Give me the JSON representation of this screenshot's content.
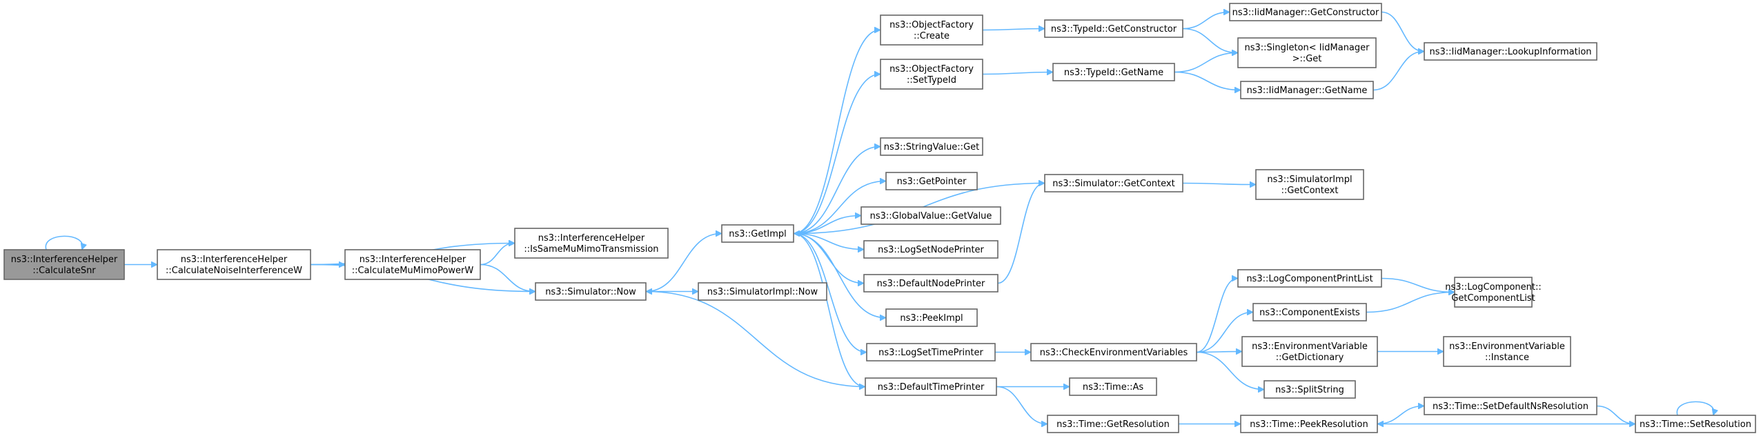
{
  "diagram": {
    "nodes": [
      {
        "id": "n0",
        "lines": [
          "ns3::InterferenceHelper",
          "::CalculateSnr"
        ],
        "root": true
      },
      {
        "id": "n1",
        "lines": [
          "ns3::InterferenceHelper",
          "::CalculateNoiseInterferenceW"
        ]
      },
      {
        "id": "n2",
        "lines": [
          "ns3::InterferenceHelper",
          "::CalculateMuMimoPowerW"
        ]
      },
      {
        "id": "n3",
        "lines": [
          "ns3::InterferenceHelper",
          "::IsSameMuMimoTransmission"
        ]
      },
      {
        "id": "n4",
        "lines": [
          "ns3::Simulator::Now"
        ]
      },
      {
        "id": "n5",
        "lines": [
          "ns3::GetImpl"
        ]
      },
      {
        "id": "n6",
        "lines": [
          "ns3::SimulatorImpl::Now"
        ]
      },
      {
        "id": "n7",
        "lines": [
          "ns3::ObjectFactory",
          "::Create"
        ]
      },
      {
        "id": "n8",
        "lines": [
          "ns3::ObjectFactory",
          "::SetTypeId"
        ]
      },
      {
        "id": "n9",
        "lines": [
          "ns3::StringValue::Get"
        ]
      },
      {
        "id": "n10",
        "lines": [
          "ns3::GetPointer"
        ]
      },
      {
        "id": "n11",
        "lines": [
          "ns3::GlobalValue::GetValue"
        ]
      },
      {
        "id": "n12",
        "lines": [
          "ns3::LogSetNodePrinter"
        ]
      },
      {
        "id": "n13",
        "lines": [
          "ns3::DefaultNodePrinter"
        ]
      },
      {
        "id": "n14",
        "lines": [
          "ns3::PeekImpl"
        ]
      },
      {
        "id": "n15",
        "lines": [
          "ns3::LogSetTimePrinter"
        ]
      },
      {
        "id": "n16",
        "lines": [
          "ns3::DefaultTimePrinter"
        ]
      },
      {
        "id": "n17",
        "lines": [
          "ns3::TypeId::GetConstructor"
        ]
      },
      {
        "id": "n18",
        "lines": [
          "ns3::TypeId::GetName"
        ]
      },
      {
        "id": "n19",
        "lines": [
          "ns3::Simulator::GetContext"
        ]
      },
      {
        "id": "n20",
        "lines": [
          "ns3::CheckEnvironmentVariables"
        ]
      },
      {
        "id": "n21",
        "lines": [
          "ns3::Time::As"
        ]
      },
      {
        "id": "n22",
        "lines": [
          "ns3::Time::GetResolution"
        ]
      },
      {
        "id": "n23",
        "lines": [
          "ns3::IidManager::GetConstructor"
        ]
      },
      {
        "id": "n24",
        "lines": [
          "ns3::Singleton< IidManager",
          " >::Get"
        ]
      },
      {
        "id": "n25",
        "lines": [
          "ns3::IidManager::GetName"
        ]
      },
      {
        "id": "n26",
        "lines": [
          "ns3::SimulatorImpl",
          "::GetContext"
        ]
      },
      {
        "id": "n27",
        "lines": [
          "ns3::LogComponentPrintList"
        ]
      },
      {
        "id": "n28",
        "lines": [
          "ns3::ComponentExists"
        ]
      },
      {
        "id": "n29",
        "lines": [
          "ns3::EnvironmentVariable",
          "::GetDictionary"
        ]
      },
      {
        "id": "n30",
        "lines": [
          "ns3::SplitString"
        ]
      },
      {
        "id": "n31",
        "lines": [
          "ns3::Time::PeekResolution"
        ]
      },
      {
        "id": "n32",
        "lines": [
          "ns3::IidManager::LookupInformation"
        ]
      },
      {
        "id": "n33",
        "lines": [
          "ns3::LogComponent::",
          "GetComponentList"
        ]
      },
      {
        "id": "n34",
        "lines": [
          "ns3::EnvironmentVariable",
          "::Instance"
        ]
      },
      {
        "id": "n35",
        "lines": [
          "ns3::Time::SetDefaultNsResolution"
        ]
      },
      {
        "id": "n36",
        "lines": [
          "ns3::Time::SetResolution"
        ]
      }
    ],
    "edges": [
      [
        "n0",
        "n0"
      ],
      [
        "n0",
        "n1"
      ],
      [
        "n1",
        "n2"
      ],
      [
        "n1",
        "n3"
      ],
      [
        "n1",
        "n4"
      ],
      [
        "n2",
        "n3"
      ],
      [
        "n2",
        "n4"
      ],
      [
        "n4",
        "n5"
      ],
      [
        "n4",
        "n6"
      ],
      [
        "n5",
        "n7"
      ],
      [
        "n5",
        "n8"
      ],
      [
        "n5",
        "n9"
      ],
      [
        "n5",
        "n10"
      ],
      [
        "n5",
        "n11"
      ],
      [
        "n5",
        "n12"
      ],
      [
        "n5",
        "n13"
      ],
      [
        "n5",
        "n14"
      ],
      [
        "n5",
        "n15"
      ],
      [
        "n5",
        "n16"
      ],
      [
        "n7",
        "n17"
      ],
      [
        "n8",
        "n18"
      ],
      [
        "n17",
        "n23"
      ],
      [
        "n17",
        "n24"
      ],
      [
        "n18",
        "n24"
      ],
      [
        "n18",
        "n25"
      ],
      [
        "n23",
        "n32"
      ],
      [
        "n25",
        "n32"
      ],
      [
        "n13",
        "n19"
      ],
      [
        "n19",
        "n5"
      ],
      [
        "n19",
        "n26"
      ],
      [
        "n15",
        "n20"
      ],
      [
        "n20",
        "n27"
      ],
      [
        "n20",
        "n28"
      ],
      [
        "n20",
        "n29"
      ],
      [
        "n20",
        "n30"
      ],
      [
        "n27",
        "n33"
      ],
      [
        "n28",
        "n33"
      ],
      [
        "n29",
        "n34"
      ],
      [
        "n16",
        "n4"
      ],
      [
        "n16",
        "n21"
      ],
      [
        "n16",
        "n22"
      ],
      [
        "n22",
        "n31"
      ],
      [
        "n31",
        "n35"
      ],
      [
        "n35",
        "n36"
      ],
      [
        "n36",
        "n31"
      ],
      [
        "n36",
        "n36"
      ]
    ]
  }
}
